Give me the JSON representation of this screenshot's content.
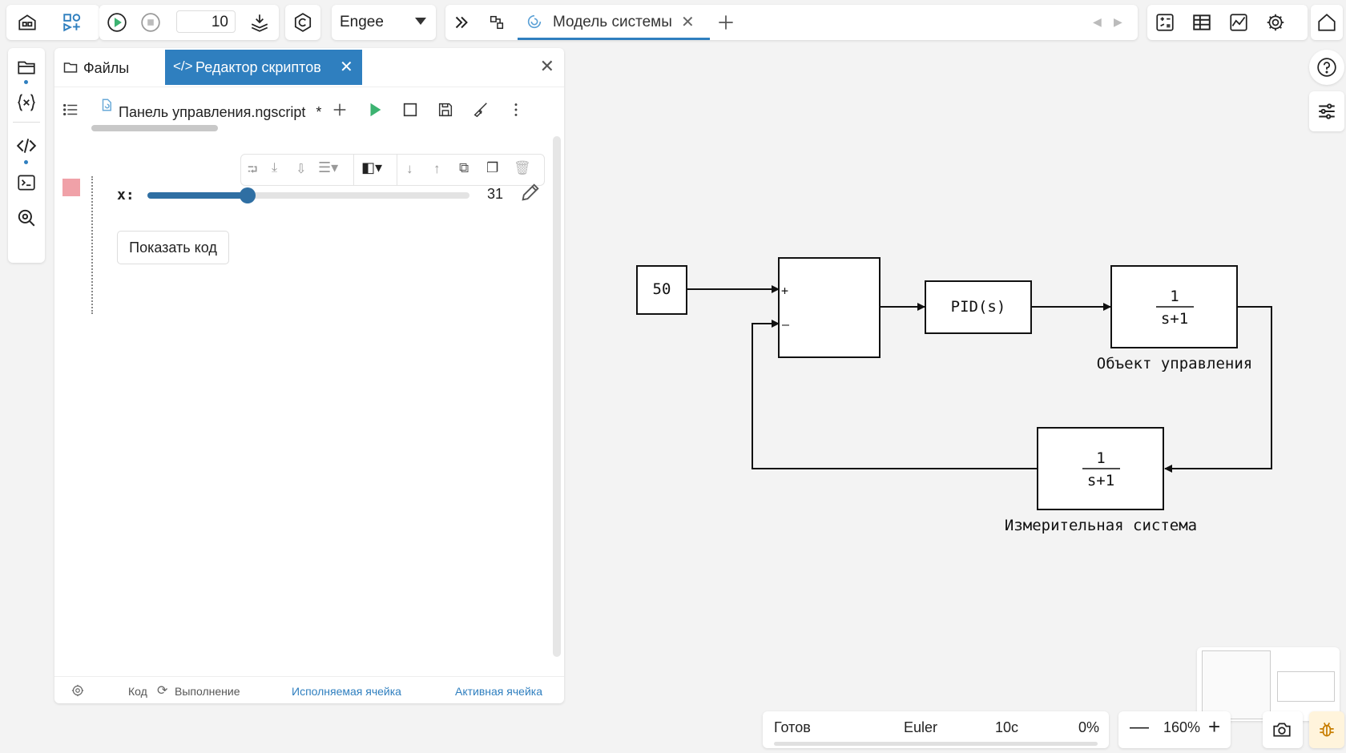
{
  "toolbar": {
    "steps": "10",
    "solver_select": "Engee",
    "model_tab": "Модель системы"
  },
  "panel": {
    "files_tab": "Файлы",
    "editor_tab": "Редактор скриптов",
    "file_name": "Панель управления.ngscript",
    "modified_mark": "*",
    "slider": {
      "label": "x:",
      "value": 31,
      "min": 0,
      "max": 100
    },
    "show_code_button": "Показать код",
    "footer": {
      "code": "Код",
      "execution": "Выполнение",
      "executed_cell": "Исполняемая ячейка",
      "active_cell": "Активная ячейка"
    }
  },
  "diagram": {
    "constant": "50",
    "sum_plus": "+",
    "sum_minus": "–",
    "pid": "PID(s)",
    "plant_num": "1",
    "plant_den": "s+1",
    "plant_label": "Объект управления",
    "sensor_num": "1",
    "sensor_den": "s+1",
    "sensor_label": "Измерительная система"
  },
  "status": {
    "state": "Готов",
    "solver": "Euler",
    "time": "10с",
    "progress": "0%"
  },
  "zoom": {
    "level": "160%"
  },
  "colors": {
    "accent": "#2f7fbf",
    "run_green": "#3cb371",
    "marker": "#f0a1a8"
  }
}
